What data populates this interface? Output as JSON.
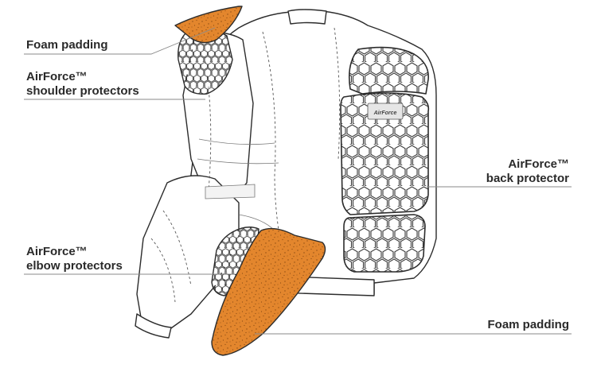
{
  "colors": {
    "foam": "#e3862d",
    "foam_speckle": "#8a4a12",
    "outline": "#2c2c2c",
    "jacket_fill": "#ffffff",
    "protector_fill": "#eeeeee",
    "leader_line": "#8a8a8a",
    "label_text": "#2a2a2a"
  },
  "icons": {
    "logo": "airforce-logo-icon"
  },
  "labels": {
    "foam_top": "Foam padding",
    "shoulder_line1": "AirForce™",
    "shoulder_line2": "shoulder protectors",
    "back_line1": "AirForce™",
    "back_line2": "back protector",
    "elbow_line1": "AirForce™",
    "elbow_line2": "elbow protectors",
    "foam_bottom": "Foam padding"
  }
}
